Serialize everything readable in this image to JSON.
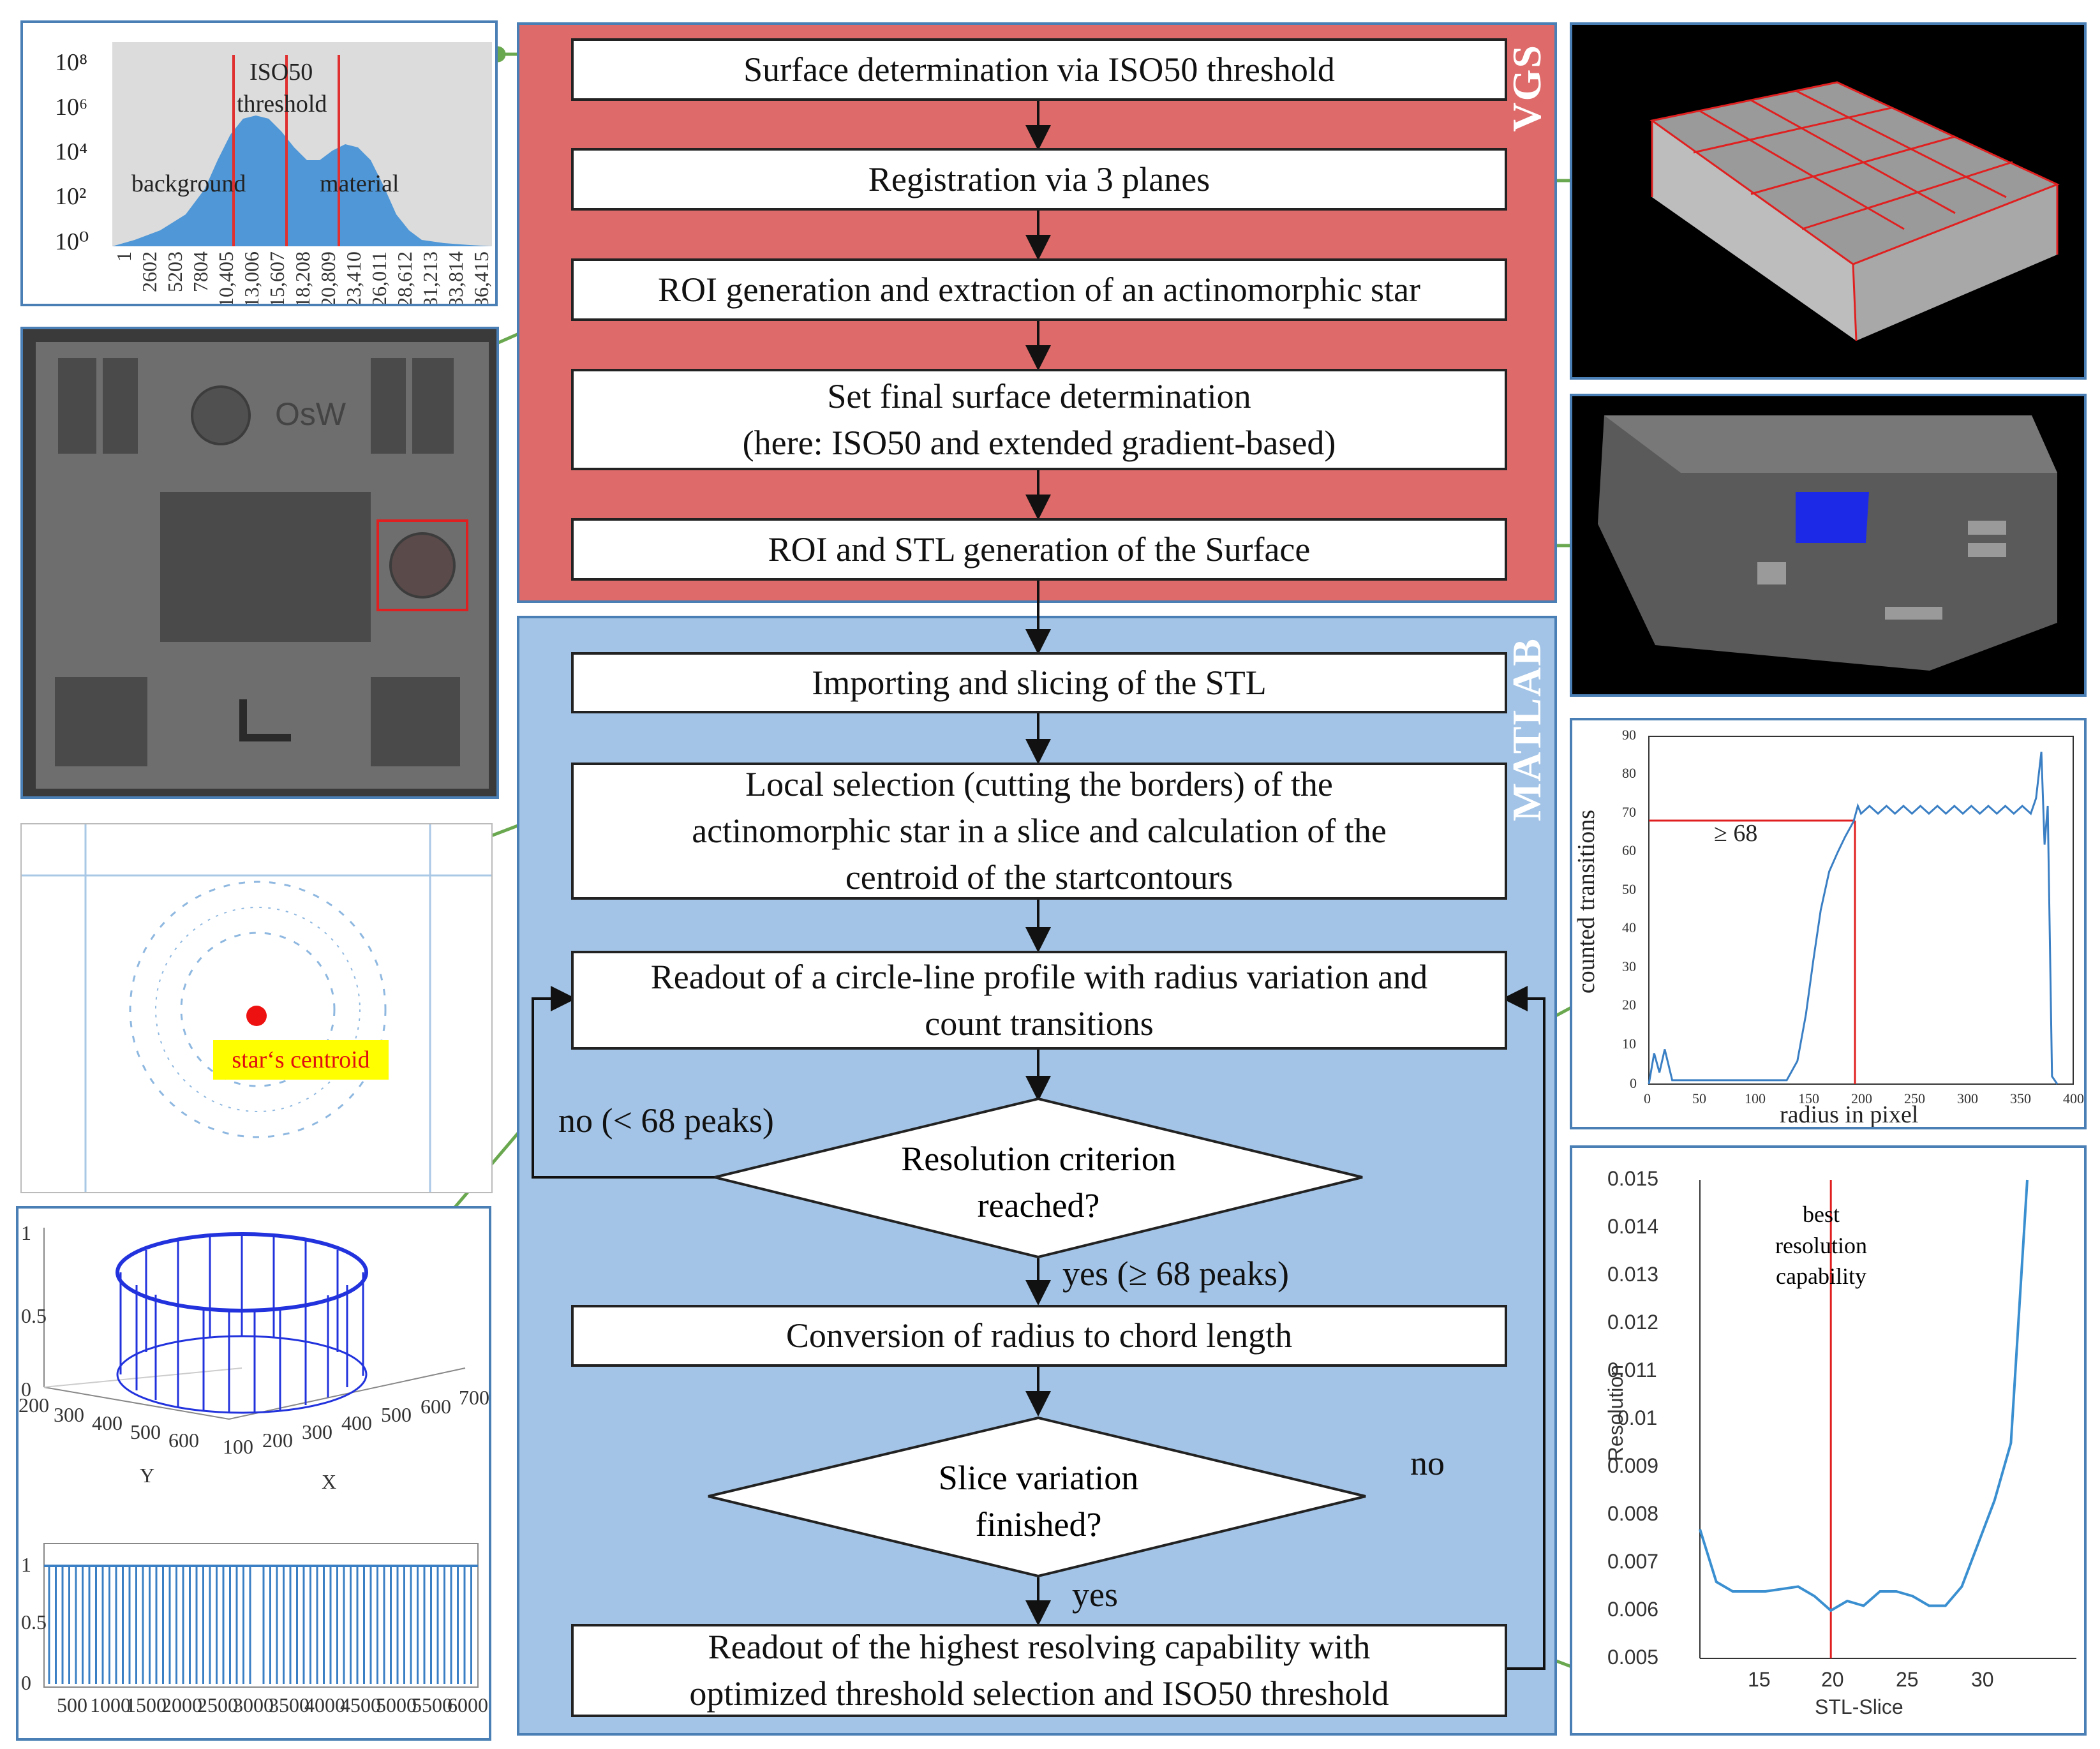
{
  "bands": {
    "vgs_label": "VGS",
    "matlab_label": "MATLAB"
  },
  "steps": {
    "s1": "Surface determination via ISO50 threshold",
    "s2": "Registration via 3 planes",
    "s3": "ROI generation and extraction of an actinomorphic star",
    "s4_line1": "Set final surface determination",
    "s4_line2": "(here: ISO50 and extended gradient-based)",
    "s5": "ROI and STL generation of the Surface",
    "s6": "Importing and slicing of the STL",
    "s7_line1": "Local selection (cutting the borders) of the",
    "s7_line2": "actinomorphic star in a slice and calculation of the",
    "s7_line3": "centroid of the startcontours",
    "s8_line1": "Readout of a circle-line profile with radius variation and",
    "s8_line2": "count transitions",
    "d1_line1": "Resolution criterion",
    "d1_line2": "reached?",
    "s9": "Conversion of radius to chord length",
    "d2_line1": "Slice variation",
    "d2_line2": "finished?",
    "s10_line1": "Readout of the highest resolving capability with",
    "s10_line2": "optimized threshold selection and ISO50 threshold"
  },
  "edges": {
    "no_peaks": "no (< 68 peaks)",
    "yes_peaks": "yes (≥ 68 peaks)",
    "no": "no",
    "yes": "yes"
  },
  "histogram": {
    "y_ticks": [
      "10⁸",
      "10⁶",
      "10⁴",
      "10²",
      "10⁰"
    ],
    "x_ticks": [
      "1",
      "2602",
      "5203",
      "7804",
      "10,405",
      "13,006",
      "15,607",
      "18,208",
      "20,809",
      "23,410",
      "26,011",
      "28,612",
      "31,213",
      "33,814",
      "36,415"
    ],
    "label_threshold_1": "ISO50",
    "label_threshold_2": "threshold",
    "label_background": "background",
    "label_material": "material"
  },
  "star_panel": {
    "centroid_label": "star‘s centroid"
  },
  "plot3d": {
    "z_ticks": [
      "1",
      "0.5",
      "0"
    ],
    "y_ticks": [
      "200",
      "300",
      "400",
      "500",
      "600"
    ],
    "x_ticks": [
      "100",
      "200",
      "300",
      "400",
      "500",
      "600",
      "700"
    ],
    "y_label": "Y",
    "x_label": "X"
  },
  "stem_plot": {
    "y_ticks": [
      "1",
      "0.5",
      "0"
    ],
    "x_ticks": [
      "500",
      "1000",
      "1500",
      "2000",
      "2500",
      "3000",
      "3500",
      "4000",
      "4500",
      "5000",
      "5500",
      "6000"
    ]
  },
  "transitions_chart": {
    "y_ticks": [
      "90",
      "80",
      "70",
      "60",
      "50",
      "40",
      "30",
      "20",
      "10",
      "0"
    ],
    "x_ticks": [
      "0",
      "50",
      "100",
      "150",
      "200",
      "250",
      "300",
      "350",
      "400"
    ],
    "y_label": "counted transitions",
    "x_label": "radius in pixel",
    "annotation": "≥ 68"
  },
  "resolution_chart": {
    "y_ticks": [
      "0.015",
      "0.014",
      "0.013",
      "0.012",
      "0.011",
      "0.01",
      "0.009",
      "0.008",
      "0.007",
      "0.006",
      "0.005"
    ],
    "x_ticks": [
      "15",
      "20",
      "25",
      "30"
    ],
    "y_label": "Resolution",
    "x_label": "STL-Slice",
    "annotation_1": "best",
    "annotation_2": "resolution",
    "annotation_3": "capability"
  },
  "colors": {
    "vgs_band": "#de6a6a",
    "matlab_band": "#a3c4e6",
    "panel_border": "#4a7fb5",
    "connector": "#6aa84f",
    "centroid": "#ee1111",
    "highlight": "#ffff00",
    "plot_line": "#3a7fc4"
  }
}
